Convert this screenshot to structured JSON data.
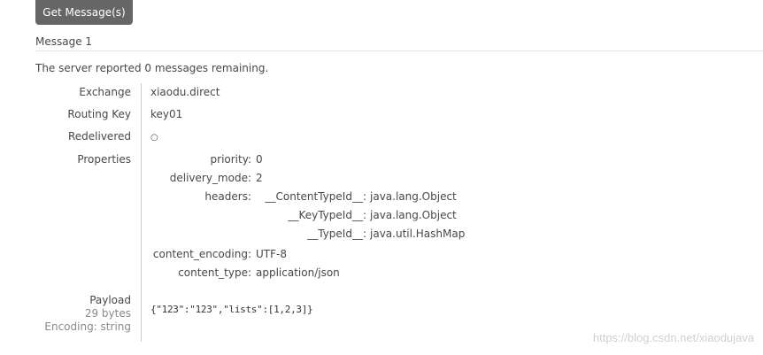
{
  "toolbar": {
    "get_messages_label": "Get Message(s)"
  },
  "message": {
    "title": "Message 1",
    "summary_prefix": "The server reported ",
    "summary_count": "0",
    "summary_suffix": " messages remaining.",
    "fields": {
      "exchange_label": "Exchange",
      "exchange_value": "xiaodu.direct",
      "routing_key_label": "Routing Key",
      "routing_key_value": "key01",
      "redelivered_label": "Redelivered",
      "redelivered_value": "○",
      "properties_label": "Properties"
    },
    "properties": {
      "priority_key": "priority:",
      "priority_value": "0",
      "delivery_mode_key": "delivery_mode:",
      "delivery_mode_value": "2",
      "headers_key": "headers:",
      "headers": [
        {
          "key": "__ContentTypeId__:",
          "value": "java.lang.Object"
        },
        {
          "key": "__KeyTypeId__:",
          "value": "java.lang.Object"
        },
        {
          "key": "__TypeId__:",
          "value": "java.util.HashMap"
        }
      ],
      "content_encoding_key": "content_encoding:",
      "content_encoding_value": "UTF-8",
      "content_type_key": "content_type:",
      "content_type_value": "application/json"
    },
    "payload": {
      "label": "Payload",
      "size": "29 bytes",
      "encoding": "Encoding: string",
      "content": "{\"123\":\"123\",\"lists\":[1,2,3]}"
    }
  },
  "watermark": "https://blog.csdn.net/xiaodujava"
}
